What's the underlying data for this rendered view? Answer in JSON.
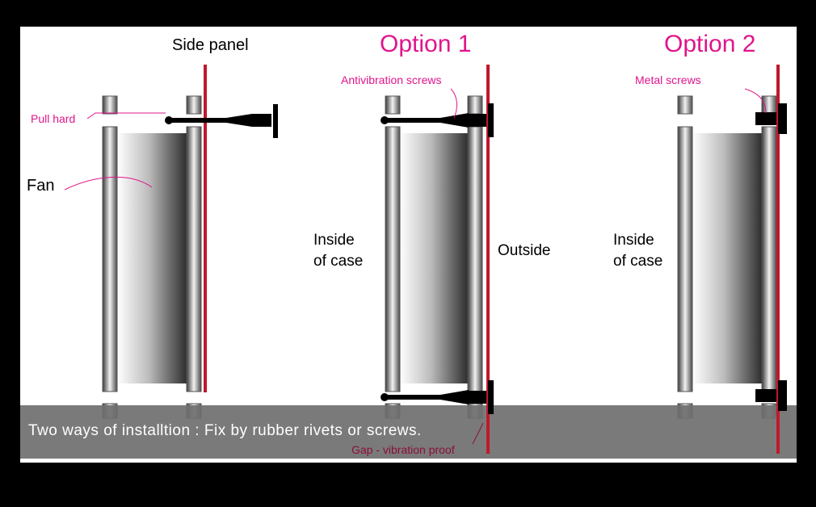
{
  "labels": {
    "side_panel": "Side panel",
    "option1": "Option 1",
    "option2": "Option 2",
    "pull_hard": "Pull hard",
    "antivibration_screws": "Antivibration screws",
    "metal_screws": "Metal screws",
    "fan": "Fan",
    "inside_of_case_1a": "Inside",
    "inside_of_case_1b": "of case",
    "inside_of_case_2a": "Inside",
    "inside_of_case_2b": "of case",
    "outside": "Outside",
    "gap": "Gap - vibration proof"
  },
  "caption": "Two ways of installtion : Fix by rubber rivets or screws.",
  "colors": {
    "panel_red": "#c0182c",
    "pink": "#e0158c",
    "caption_band": "#777777",
    "background": "#000000",
    "figure_bg": "#ffffff"
  }
}
